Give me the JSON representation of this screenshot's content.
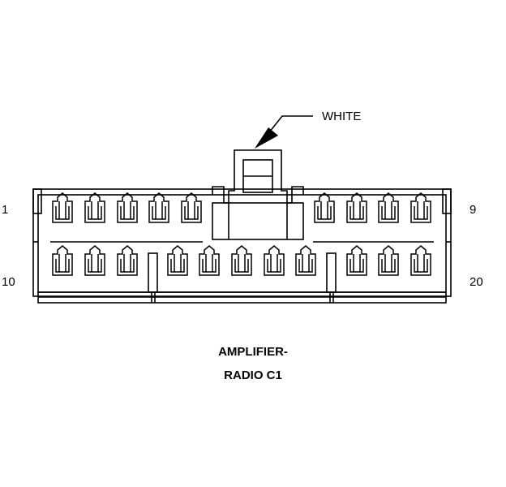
{
  "callout": {
    "color_label": "WHITE"
  },
  "pin_labels": {
    "top_left": "1",
    "top_right": "9",
    "bottom_left": "10",
    "bottom_right": "20"
  },
  "caption": {
    "line1": "AMPLIFIER-",
    "line2": "RADIO C1"
  },
  "connector": {
    "top_row_cavities": 9,
    "bottom_row_cavities": 11,
    "housing_color": "#ffffff",
    "line_color": "#000000"
  }
}
